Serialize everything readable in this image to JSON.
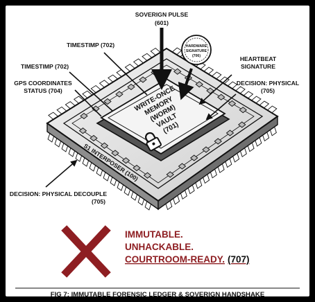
{
  "labels": {
    "soverign_pulse": "SOVERIGN PULSE",
    "soverign_pulse_num": "(601)",
    "timestimp_upper": "TIMESTIMP (702)",
    "timestimp_lower": "TIMESTIMP (702)",
    "gps_line1": "GPS COORDINATES",
    "gps_line2": "STATUS (704)",
    "hw_sig_line1": "HARDWARE",
    "hw_sig_line2": "SIGNATURE",
    "hw_sig_num": "(706)",
    "heartbeat_line1": "HEARTBEAT",
    "heartbeat_line2": "SIGNATURE",
    "decision_phys_line1": "DECISION: PHYSICAL",
    "decision_phys_line2": "(705)",
    "worm_line1": "WRITE-ONCE",
    "worm_line2": "MEMORY",
    "worm_line3": "(WORM)",
    "worm_line4": "VAULT",
    "worm_line5": "(701)",
    "interposer": "S1 INTERPOSER (100)",
    "decouple_line1": "DECISION: PHYSICAL DECOUPLE",
    "decouple_line2": "(705)"
  },
  "statement": {
    "line1": "IMMUTABLE.",
    "line2": "UNHACKABLE.",
    "line3": "COURTROOM-READY.",
    "line3_ref": "(707)"
  },
  "caption": "FIG 7: IMMUTABLE FORENSIC LEDGER & SOVERIGN HANDSHAKE",
  "colors": {
    "accent": "#8e1e22",
    "ink": "#111111",
    "chip_fill": "#e4e4e4",
    "chip_dark": "#9a9a9a"
  },
  "icons": {
    "x_mark": "x-mark-icon",
    "padlock": "padlock-icon"
  }
}
